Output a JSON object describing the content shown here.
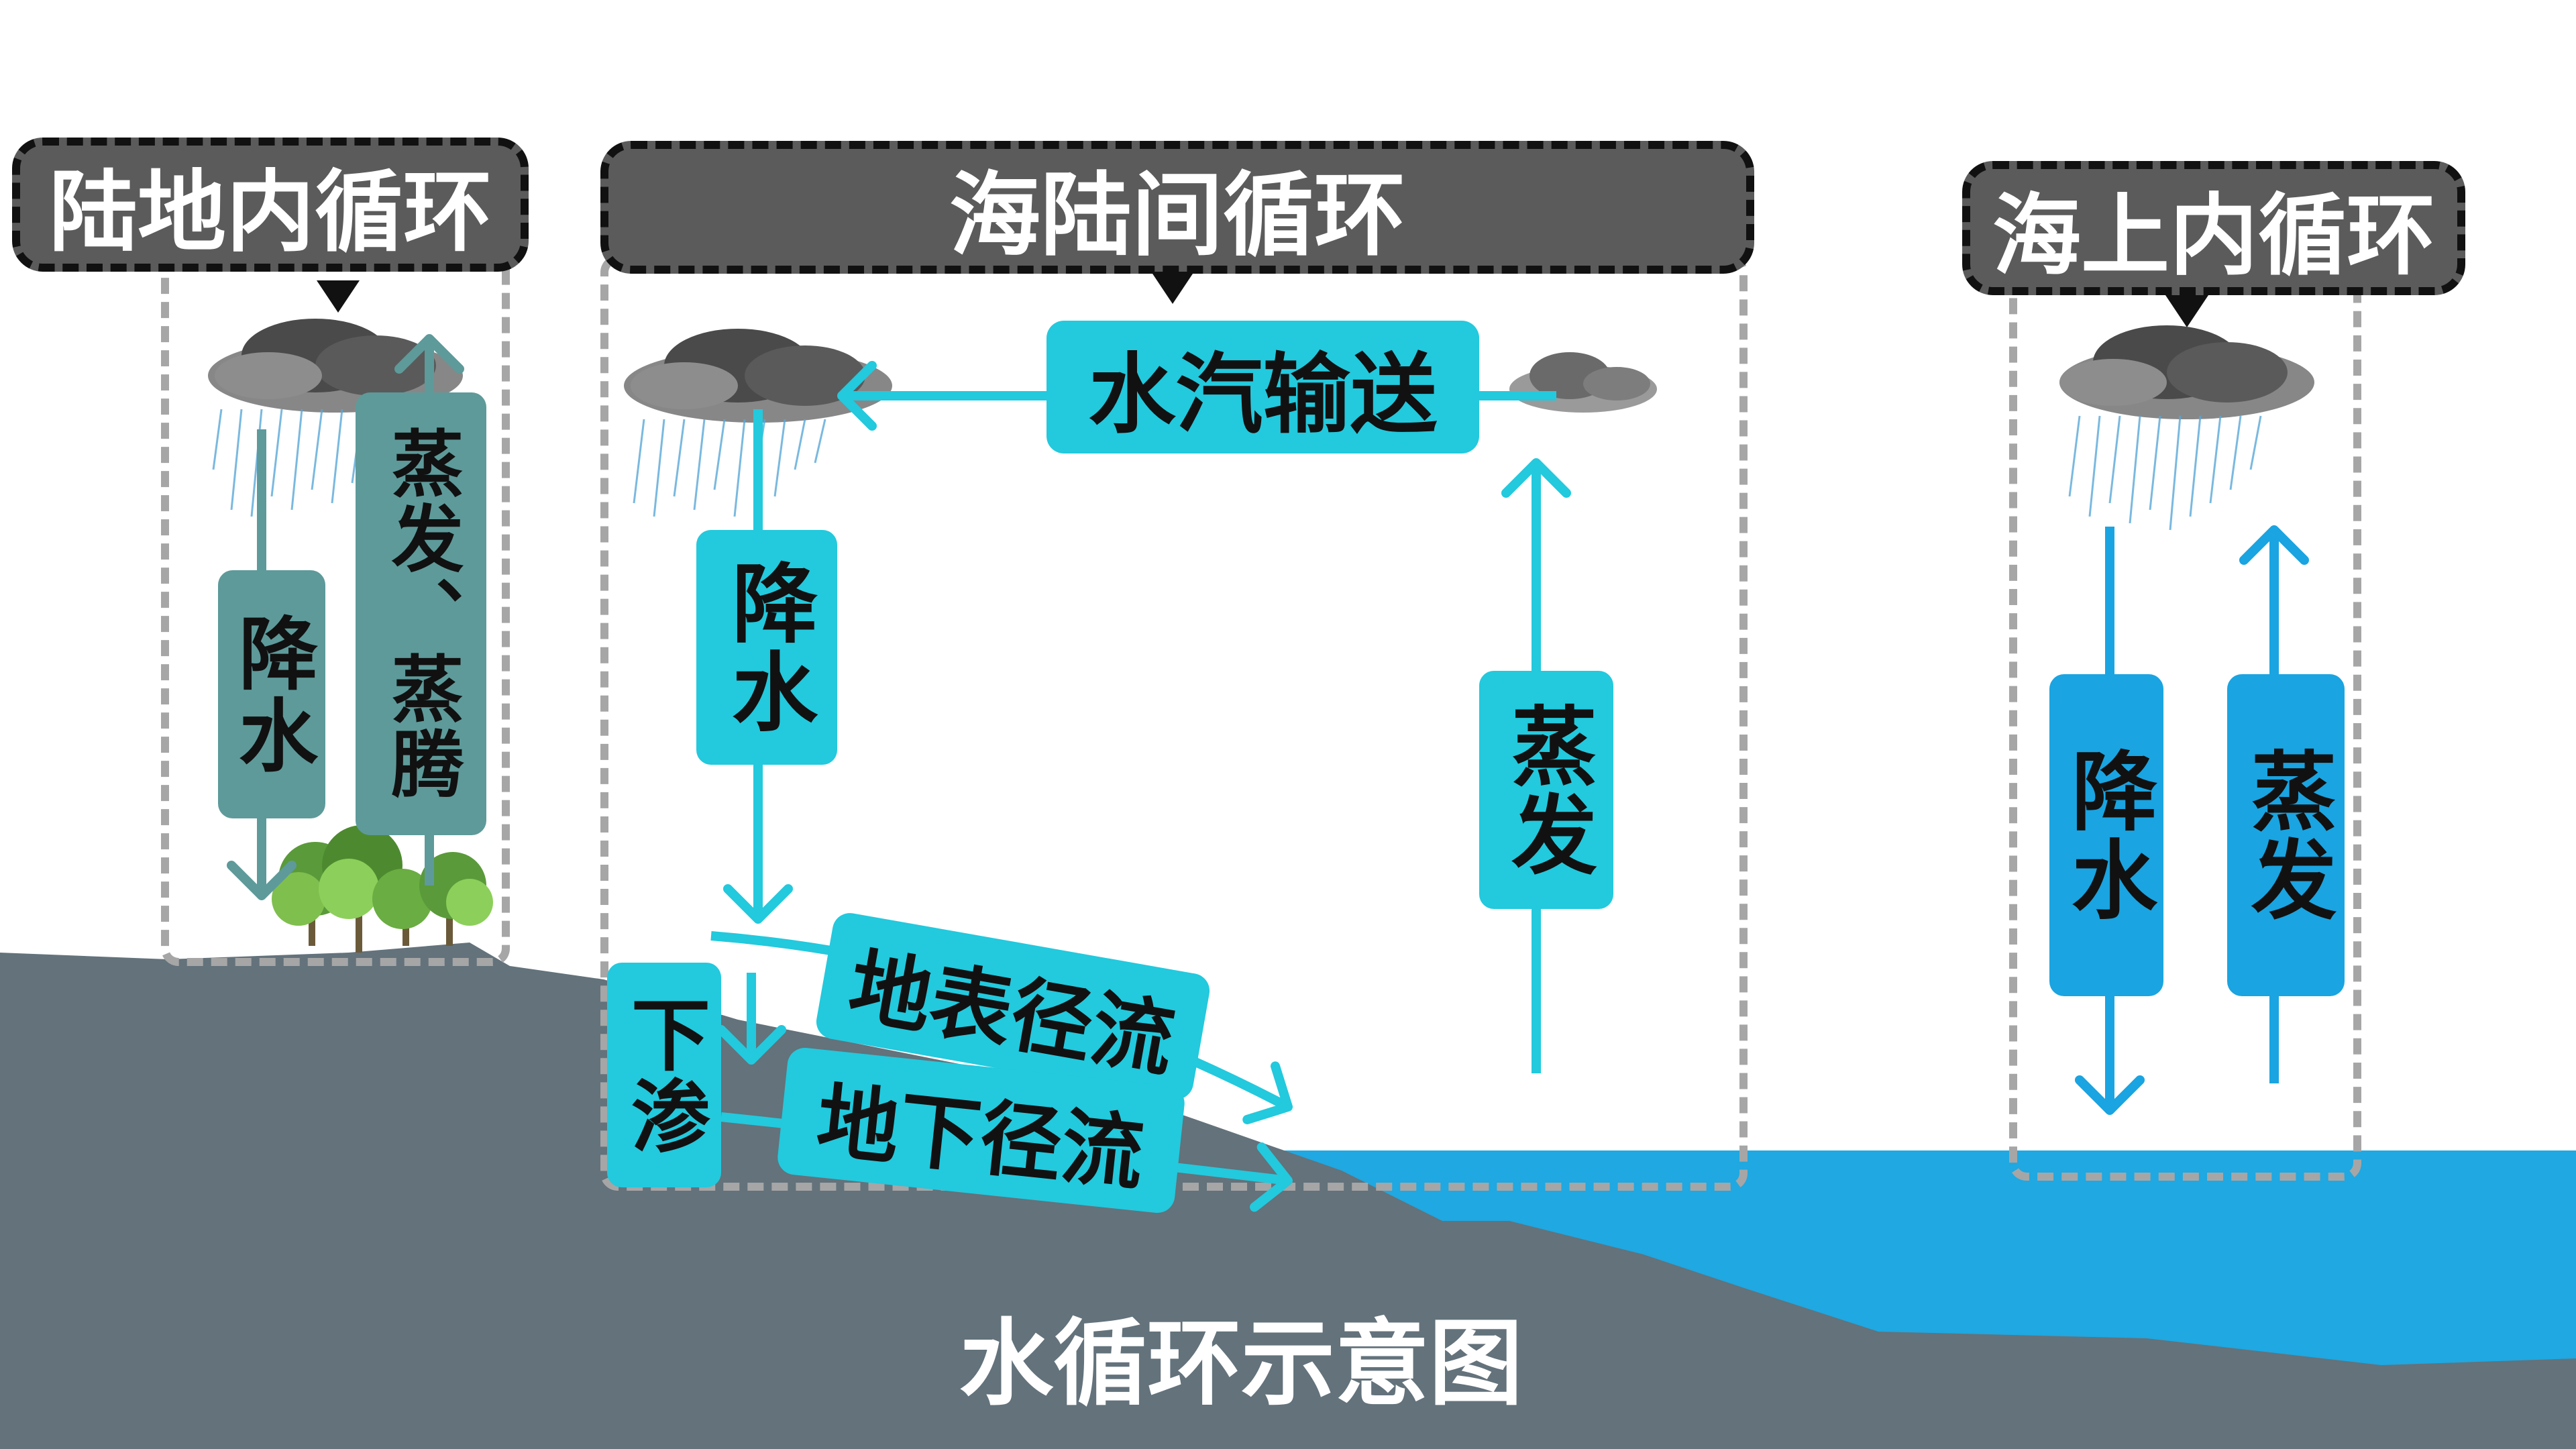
{
  "colors": {
    "land": "#63727b",
    "ocean": "#1fa8e1",
    "cyan": "#23c9dd",
    "teal": "#5e9a9a",
    "blue": "#1aa4e1",
    "title_bg": "#5b5b5b",
    "frame": "#a6a6a6"
  },
  "land_cycle": {
    "title": "陆地内循环",
    "precip": "降水",
    "evap": "蒸发、蒸腾"
  },
  "sea_land_cycle": {
    "title": "海陆间循环",
    "vapor": "水汽输送",
    "precip": "降水",
    "evap": "蒸发",
    "surface_runoff": "地表径流",
    "infiltration": "下渗",
    "ground_runoff": "地下径流"
  },
  "ocean_cycle": {
    "title": "海上内循环",
    "precip": "降水",
    "evap": "蒸发"
  },
  "caption": "水循环示意图",
  "icons": {
    "cloud": "rain-cloud-icon",
    "trees": "trees-icon"
  }
}
